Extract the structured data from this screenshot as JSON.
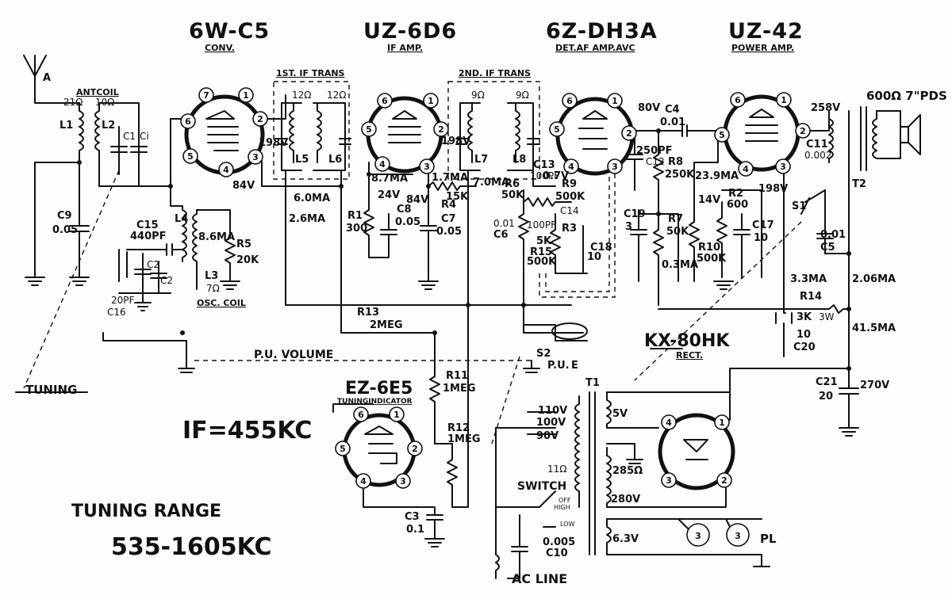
{
  "tubes": [
    {
      "type": "6W-C5",
      "function": "CONV."
    },
    {
      "type": "UZ-6D6",
      "function": "IF AMP."
    },
    {
      "type": "6Z-DH3A",
      "function": "DET.AF AMP.AVC"
    },
    {
      "type": "UZ-42",
      "function": "POWER AMP."
    },
    {
      "type": "KX-80HK",
      "function": "RECT."
    },
    {
      "type": "EZ-6E5",
      "function": "TUNINGINDICATOR"
    }
  ],
  "notes": {
    "if_freq": "IF=455KC",
    "tuning_range_label": "TUNING RANGE",
    "tuning_range_value": "535-1605KC",
    "tuning": "TUNING",
    "pu_volume": "P.U. VOLUME",
    "ac_line": "AC LINE",
    "pu": "P.U.",
    "switch": "SWITCH"
  },
  "sections": {
    "if1": "1ST. IF TRANS",
    "if2": "2ND. IF TRANS",
    "antcoil": "ANTCOIL",
    "osc": "OSC. COIL",
    "speaker": "600Ω 7\"PDS"
  },
  "components": {
    "A": "A",
    "L1": "L1",
    "L2": "L2",
    "L3": "L3",
    "L4": "L4",
    "L5": "L5",
    "L6": "L6",
    "L7": "L7",
    "L8": "L8",
    "C1": "C1",
    "Ci": "Ci",
    "C2": "C2",
    "C9": "C9",
    "C9v": "0.05",
    "C15": "C15",
    "C15v": "440PF",
    "C16": "C16",
    "C16v": "20PF",
    "R5": "R5",
    "R5v": "20K",
    "L3v": "7Ω",
    "R1": "R1",
    "R1v": "300",
    "C8": "C8",
    "C8v": "0.05",
    "R4": "R4",
    "R4v": "15K",
    "C7": "C7",
    "C7v": "0.05",
    "R13": "R13",
    "R13v": "2MEG",
    "R6": "R6",
    "R6v": "50K",
    "C13": "C13",
    "C13v": "100PF",
    "R9": "R9",
    "R9v": "500K",
    "C14": "C14",
    "C6": "C6",
    "C6v": "0.01",
    "C6b": "100PF",
    "R3": "R3",
    "R3v": "5K",
    "R15": "R15",
    "R15v": "500K",
    "C18": "C18",
    "C18v": "10",
    "C4": "C4",
    "C4v": "0.01",
    "C12": "C12",
    "C12v": "250PF",
    "R8": "R8",
    "R8v": "250K",
    "C19": "C19",
    "C19v": "3",
    "R7": "R7",
    "R7v": "50K",
    "R10": "R10",
    "R10v": "500K",
    "R2": "R2",
    "R2v": "600",
    "C17": "C17",
    "C17v": "10",
    "C11": "C11",
    "C11v": "0.002",
    "T2": "T2",
    "S1": "S1",
    "C5": "C5",
    "C5v": "0.01",
    "R14": "R14",
    "R14v": "3K",
    "R14w": "3W",
    "C20": "C20",
    "C20v": "10",
    "C21": "C21",
    "C21v": "20",
    "R11": "R11",
    "R11v": "1MEG",
    "R12": "R12",
    "R12v": "1MEG",
    "C3": "C3",
    "C3v": "0.1",
    "S2": "S2",
    "E": "E",
    "T1": "T1",
    "C10": "C10",
    "C10v": "0.005",
    "PL": "PL"
  },
  "annotations": {
    "v198a": "198V",
    "v84a": "84V",
    "ma6": "6.0MA",
    "ma26": "2.6MA",
    "ma86": "8.6MA",
    "ma87": "8.7MA",
    "v24": "24V",
    "v84b": "84V",
    "ma17": "1.7MA",
    "v198b": "198V",
    "ma70": "7.0MA",
    "v07": "0.7V",
    "v80": "80V",
    "ma03": "0.3MA",
    "ma239": "23.9MA",
    "v14": "14V",
    "v258": "258V",
    "v198c": "198V",
    "ma33": "3.3MA",
    "ma206": "2.06MA",
    "ma415": "41.5MA",
    "v270": "270V",
    "r21": "21Ω",
    "r10": "10Ω",
    "r12a": "12Ω",
    "r12b": "12Ω",
    "r9a": "9Ω",
    "r9b": "9Ω",
    "v110": "110V",
    "v100": "100V",
    "v90": "90V",
    "v5": "5V",
    "r285": "285Ω",
    "v280": "280V",
    "v63": "6.3V",
    "r11": "11Ω",
    "off": "OFF",
    "high": "HIGH",
    "low": "LOW"
  }
}
